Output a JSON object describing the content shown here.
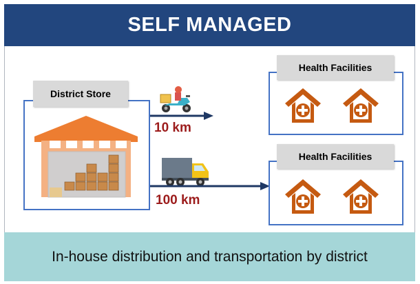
{
  "header": {
    "title": "SELF MANAGED"
  },
  "store": {
    "label": "District Store"
  },
  "facilities": [
    {
      "label": "Health Facilities"
    },
    {
      "label": "Health Facilities"
    }
  ],
  "routes": [
    {
      "vehicle": "motorbike-icon",
      "distance": "10 km"
    },
    {
      "vehicle": "truck-icon",
      "distance": "100 km"
    }
  ],
  "footer": {
    "text": "In-house distribution and transportation by district"
  },
  "colors": {
    "header_bg": "#22467e",
    "box_border": "#4472c4",
    "house": "#c55a11",
    "distance_text": "#9c1c1c",
    "footer_bg": "#a5d6d8",
    "arrow": "#1f3864"
  }
}
